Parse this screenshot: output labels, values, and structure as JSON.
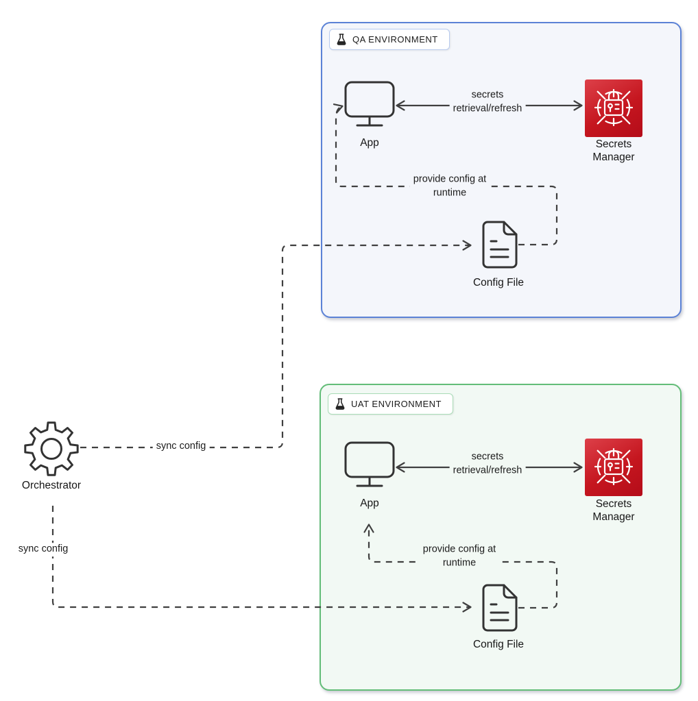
{
  "orchestrator": {
    "label": "Orchestrator"
  },
  "qa": {
    "title": "QA ENVIRONMENT",
    "app_label": "App",
    "secrets_manager_label": "Secrets Manager",
    "config_file_label": "Config File",
    "border_color": "#5b82d6",
    "fill_color": "#f4f6fb"
  },
  "uat": {
    "title": "UAT ENVIRONMENT",
    "app_label": "App",
    "secrets_manager_label": "Secrets Manager",
    "config_file_label": "Config File",
    "border_color": "#63bd78",
    "fill_color": "#f2f9f4"
  },
  "edges": {
    "sync_qa": "sync config",
    "sync_uat": "sync config",
    "secrets_qa": "secrets\nretrieval/refresh",
    "secrets_uat": "secrets\nretrieval/refresh",
    "provide_qa": "provide config at\nruntime",
    "provide_uat": "provide config at\nruntime"
  },
  "line_color": "#3f3f3f"
}
